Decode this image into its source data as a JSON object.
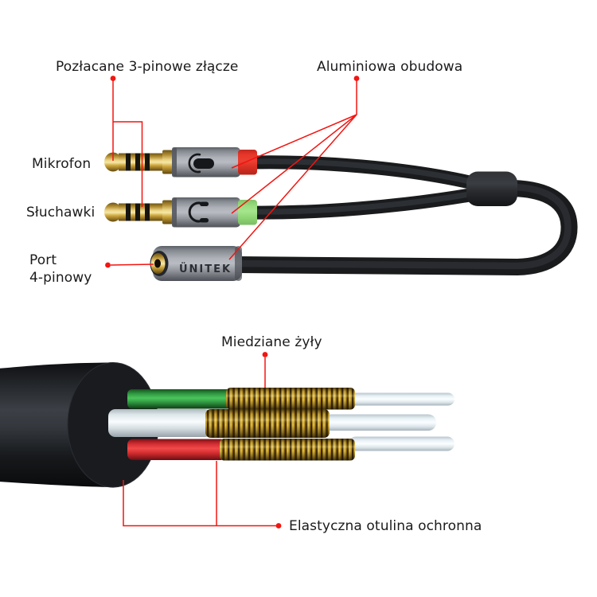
{
  "page": {
    "background": "#ffffff"
  },
  "colors": {
    "accent": "#f21511",
    "text": "#1b1b1d",
    "mic_band": "#e83529",
    "headphone_band": "#9fe183",
    "gold": "#d9b251",
    "aluminum": "#9ca0a6",
    "copper": "#c79a1e",
    "green_wire": "#3fae4c",
    "red_wire": "#e8393c",
    "white_wire": "#f4f8fa"
  },
  "brand": {
    "logo": "ÜNITEK"
  },
  "top_diagram": {
    "labels": {
      "gold_connector": "Pozłacane 3-pinowe złącze",
      "aluminum_housing": "Aluminiowa obudowa",
      "microphone": "Mikrofon",
      "headphones": "Słuchawki",
      "port_line1": "Port",
      "port_line2": "4-pinowy"
    },
    "icons": {
      "microphone": "microphone-icon",
      "headphones": "headphones-icon"
    }
  },
  "bottom_diagram": {
    "labels": {
      "copper_cores": "Miedziane żyły",
      "protective_sheath": "Elastyczna otulina ochronna"
    }
  }
}
